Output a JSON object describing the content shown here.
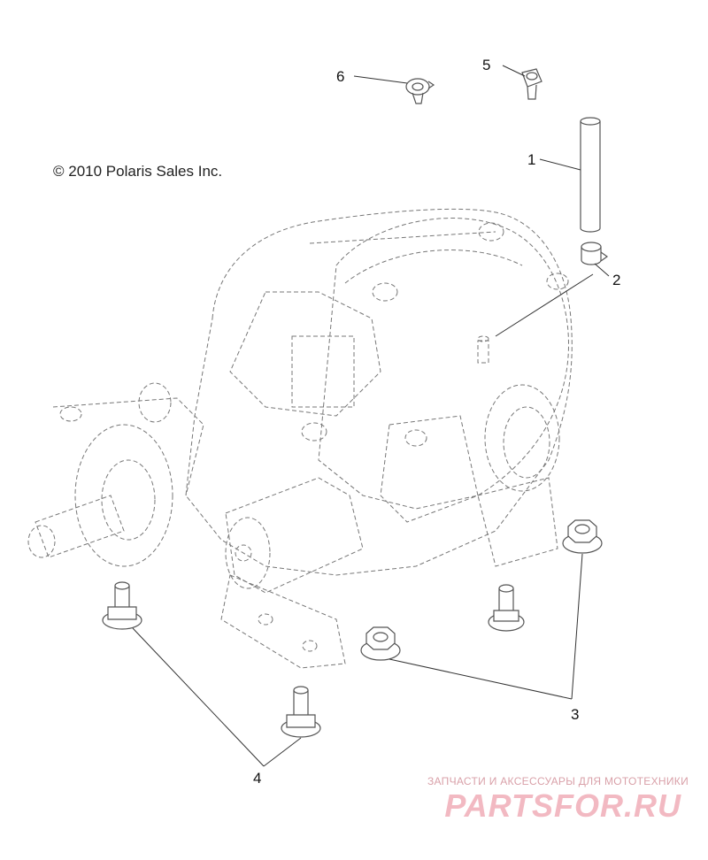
{
  "copyright": "© 2010 Polaris Sales Inc.",
  "callouts": [
    {
      "id": "1",
      "label": "1"
    },
    {
      "id": "2",
      "label": "2"
    },
    {
      "id": "3",
      "label": "3"
    },
    {
      "id": "4",
      "label": "4"
    },
    {
      "id": "5",
      "label": "5"
    },
    {
      "id": "6",
      "label": "6"
    }
  ],
  "watermark": {
    "subtitle": "ЗАПЧАСТИ И АКСЕССУАРЫ ДЛЯ МОТОТЕХНИКИ",
    "brand": "PARTSFOR.RU"
  },
  "colors": {
    "line": "#555555",
    "watermark": "#f2b9c2"
  }
}
